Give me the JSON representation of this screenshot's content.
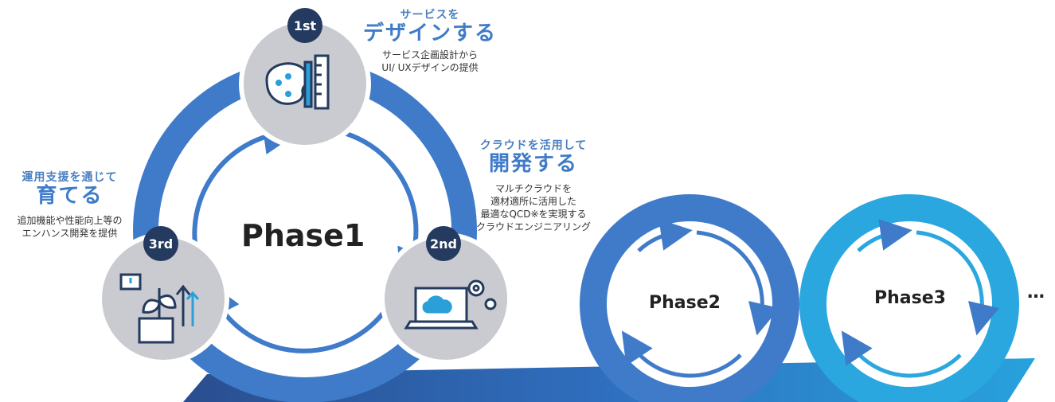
{
  "steps": [
    {
      "badge": "1st",
      "title_small": "サービスを",
      "title_big": "デザインする",
      "desc": [
        "サービス企画設計から",
        "UI/ UXデザインの提供"
      ],
      "icon": "design-palette-ruler-icon"
    },
    {
      "badge": "2nd",
      "title_small": "クラウドを活用して",
      "title_big": "開発する",
      "desc": [
        "マルチクラウドを",
        "適材適所に活用した",
        "最適なQCD※を実現する",
        "クラウドエンジニアリング"
      ],
      "icon": "cloud-laptop-gear-icon"
    },
    {
      "badge": "3rd",
      "title_small": "運用支援を通じて",
      "title_big": "育てる",
      "desc": [
        "追加機能や性能向上等の",
        "エンハンス開発を提供"
      ],
      "icon": "plant-growth-icon"
    }
  ],
  "phases": {
    "phase1": "Phase1",
    "phase2": "Phase2",
    "phase3": "Phase3",
    "ellipsis": "…"
  },
  "colors": {
    "blue": "#3f7bc9",
    "dark_blue": "#2a5ea8",
    "light_blue": "#2aa7de",
    "navy": "#243a5e",
    "gray": "#c9cbd0"
  }
}
